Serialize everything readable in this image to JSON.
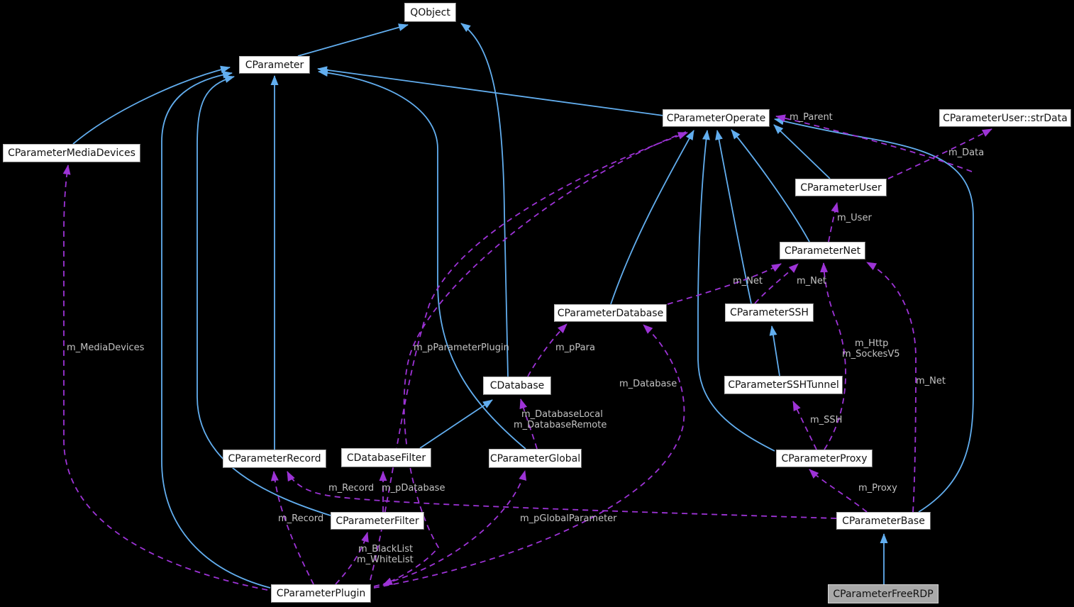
{
  "diagram": {
    "type": "class-collaboration-graph",
    "background": "#000000",
    "colors": {
      "inheritance_edge": "#62aeef",
      "usage_edge": "#9d33d6",
      "edge_label_text": "#c3c3c3",
      "node_fill": "#ffffff",
      "node_border": "#b9b9b9",
      "node_text": "#111111",
      "highlight_node_fill": "#a9a9a9"
    },
    "nodes": [
      {
        "id": "qobject",
        "label": "QObject"
      },
      {
        "id": "parameter",
        "label": "CParameter"
      },
      {
        "id": "operate",
        "label": "CParameterOperate"
      },
      {
        "id": "strdata",
        "label": "CParameterUser::strData"
      },
      {
        "id": "mediadevices",
        "label": "CParameterMediaDevices"
      },
      {
        "id": "user",
        "label": "CParameterUser"
      },
      {
        "id": "net",
        "label": "CParameterNet"
      },
      {
        "id": "database",
        "label": "CParameterDatabase"
      },
      {
        "id": "ssh",
        "label": "CParameterSSH"
      },
      {
        "id": "cdatabase",
        "label": "CDatabase"
      },
      {
        "id": "sshtunnel",
        "label": "CParameterSSHTunnel"
      },
      {
        "id": "record",
        "label": "CParameterRecord"
      },
      {
        "id": "dbfilter",
        "label": "CDatabaseFilter"
      },
      {
        "id": "global",
        "label": "CParameterGlobal"
      },
      {
        "id": "proxy",
        "label": "CParameterProxy"
      },
      {
        "id": "filter",
        "label": "CParameterFilter"
      },
      {
        "id": "base",
        "label": "CParameterBase"
      },
      {
        "id": "plugin",
        "label": "CParameterPlugin"
      },
      {
        "id": "freerdp",
        "label": "CParameterFreeRDP"
      }
    ],
    "edge_labels": [
      {
        "text": "m_Parent"
      },
      {
        "text": "m_Data"
      },
      {
        "text": "m_User"
      },
      {
        "text": "m_Net"
      },
      {
        "text": "m_Net"
      },
      {
        "text": "m_Http"
      },
      {
        "text": "m_SockesV5"
      },
      {
        "text": "m_Net"
      },
      {
        "text": "m_MediaDevices"
      },
      {
        "text": "m_pParameterPlugin"
      },
      {
        "text": "m_pPara"
      },
      {
        "text": "m_Database"
      },
      {
        "text": "m_DatabaseLocal"
      },
      {
        "text": "m_DatabaseRemote"
      },
      {
        "text": "m_SSH"
      },
      {
        "text": "m_Record"
      },
      {
        "text": "m_pDatabase"
      },
      {
        "text": "m_Proxy"
      },
      {
        "text": "m_Record"
      },
      {
        "text": "m_pGlobalParameter"
      },
      {
        "text": "m_BlackList"
      },
      {
        "text": "m_WhiteList"
      }
    ],
    "legend": {
      "solid_blue_edge_meaning": "public inheritance",
      "dashed_purple_edge_meaning": "member usage"
    }
  }
}
